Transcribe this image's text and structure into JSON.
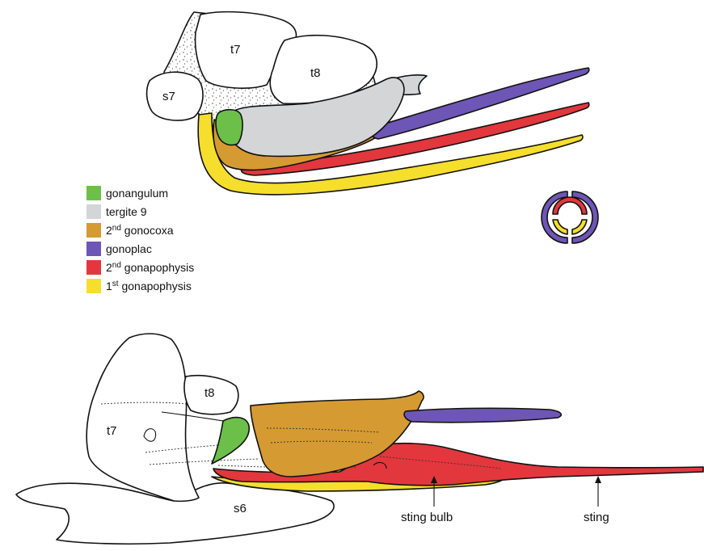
{
  "colors": {
    "gonangulum": "#6cc04a",
    "tergite9": "#d3d5d7",
    "gonocoxa2": "#d69a33",
    "gonoplac": "#6d56b5",
    "gonapophysis2": "#e2373d",
    "gonapophysis1": "#f5de2c",
    "outline": "#111111"
  },
  "top_diagram": {
    "labels": {
      "t7": "t7",
      "t8": "t8",
      "s7": "s7"
    }
  },
  "legend": [
    {
      "key": "gonangulum",
      "text": "gonangulum",
      "sup": "",
      "rest": "",
      "color": "#6cc04a"
    },
    {
      "key": "tergite9",
      "text": "tergite 9",
      "sup": "",
      "rest": "",
      "color": "#d3d5d7"
    },
    {
      "key": "gonocoxa2",
      "text": "2",
      "sup": "nd",
      "rest": " gonocoxa",
      "color": "#d69a33"
    },
    {
      "key": "gonoplac",
      "text": "gonoplac",
      "sup": "",
      "rest": "",
      "color": "#6d56b5"
    },
    {
      "key": "gonapophysis2",
      "text": "2",
      "sup": "nd",
      "rest": " gonapophysis",
      "color": "#e2373d"
    },
    {
      "key": "gonapophysis1",
      "text": "1",
      "sup": "st",
      "rest": " gonapophysis",
      "color": "#f5de2c"
    }
  ],
  "bottom_diagram": {
    "labels": {
      "t7": "t7",
      "t8": "t8",
      "s6": "s6"
    },
    "annotations": {
      "sting_bulb": "sting bulb",
      "sting": "sting"
    }
  }
}
